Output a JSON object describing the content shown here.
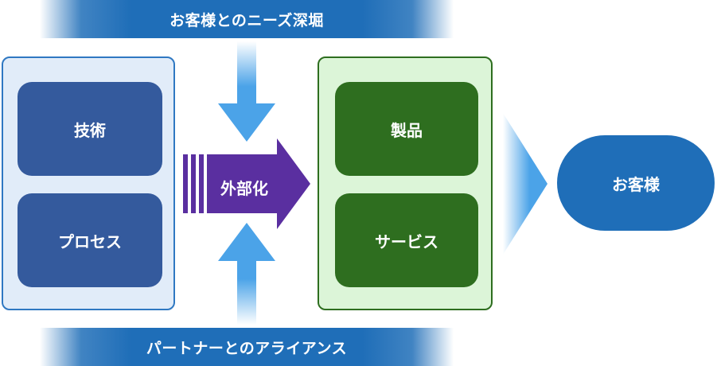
{
  "banners": {
    "top": "お客様とのニーズ深堀",
    "bottom": "パートナーとのアライアンス"
  },
  "left_group": {
    "items": [
      "技術",
      "プロセス"
    ]
  },
  "center_arrow": {
    "label": "外部化"
  },
  "right_group": {
    "items": [
      "製品",
      "サービス"
    ]
  },
  "destination": {
    "label": "お客様"
  },
  "colors": {
    "banner_blue": "#1f6eb8",
    "left_group_fill": "#e1ecf9",
    "left_box": "#345a9d",
    "right_group_fill": "#dcf5d8",
    "right_box": "#2e6e1f",
    "arrow_purple": "#5a2fa0",
    "input_arrow_blue": "#4ba3e8"
  }
}
